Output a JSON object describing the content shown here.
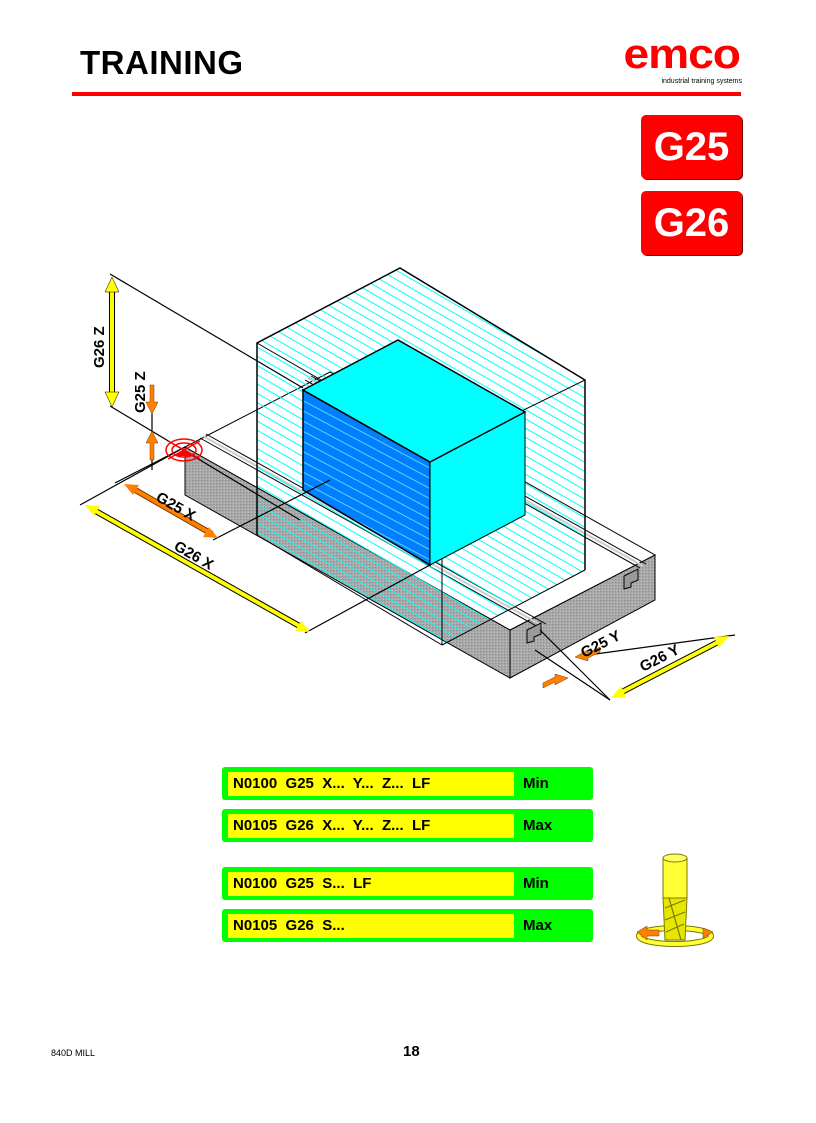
{
  "header": {
    "title": "TRAINING",
    "logo_text": "emco",
    "logo_subtitle": "industrial training systems",
    "accent_color": "#ff0000"
  },
  "badges": [
    {
      "label": "G25",
      "color": "#ff0000"
    },
    {
      "label": "G26",
      "color": "#ff0000"
    }
  ],
  "diagram": {
    "labels": {
      "g26_z": "G26 Z",
      "g25_z": "G25 Z",
      "g25_x": "G25 X",
      "g26_x": "G26 X",
      "g25_y": "G25 Y",
      "g26_y": "G26 Y"
    },
    "colors": {
      "min_arrow": "#ff8000",
      "max_arrow": "#ffff00",
      "workpiece_top": "#00ffff",
      "workpiece_front": "#0080ff",
      "table": "#a6a6a6"
    }
  },
  "code_blocks": [
    {
      "code": "N0100  G25  X...  Y...  Z...  LF",
      "tag": "Min"
    },
    {
      "code": "N0105  G26  X...  Y...  Z...  LF",
      "tag": "Max"
    },
    {
      "code": "N0100  G25  S...  LF",
      "tag": "Min"
    },
    {
      "code": "N0105  G26  S...",
      "tag": "Max"
    }
  ],
  "footer": {
    "left": "840D MILL",
    "page_number": "18"
  }
}
